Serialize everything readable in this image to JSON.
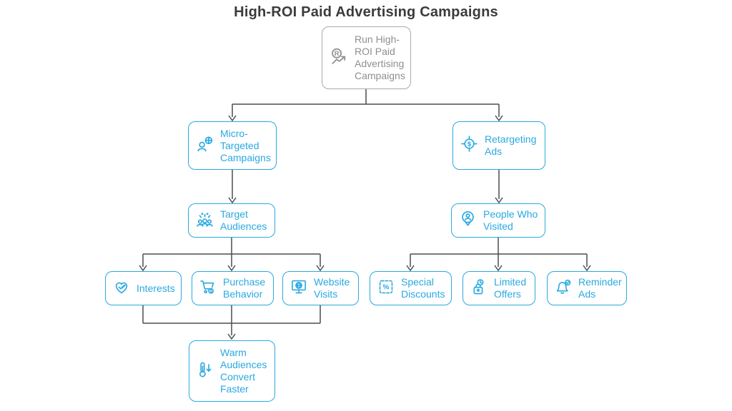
{
  "title": "High-ROI Paid Advertising Campaigns",
  "colors": {
    "accent": "#29a9e1",
    "root_border": "#a9a9a9",
    "root_text": "#8f8f8f",
    "connector": "#4d4d4d",
    "title_text": "#3b3b3b",
    "canvas_bg": "#ffffff"
  },
  "nodes": {
    "root": {
      "label": "Run High-ROI Paid Advertising Campaigns",
      "icon": "roi-trend-icon"
    },
    "micro": {
      "label": "Micro-Targeted Campaigns",
      "icon": "person-target-icon"
    },
    "retargeting": {
      "label": "Retargeting Ads",
      "icon": "crosshair-dollar-icon"
    },
    "target": {
      "label": "Target Audiences",
      "icon": "audience-group-icon"
    },
    "people": {
      "label": "People Who Visited",
      "icon": "person-pin-icon"
    },
    "interests": {
      "label": "Interests",
      "icon": "heart-check-icon"
    },
    "purchase": {
      "label": "Purchase Behavior",
      "icon": "cart-coin-icon"
    },
    "website": {
      "label": "Website Visits",
      "icon": "monitor-globe-icon"
    },
    "discounts": {
      "label": "Special Discounts",
      "icon": "percent-coupon-icon"
    },
    "limited": {
      "label": "Limited Offers",
      "icon": "timer-bag-icon"
    },
    "reminder": {
      "label": "Reminder Ads",
      "icon": "bell-check-icon"
    },
    "warm": {
      "label": "Warm Audiences Convert Faster",
      "icon": "thermometer-arrow-icon"
    }
  }
}
